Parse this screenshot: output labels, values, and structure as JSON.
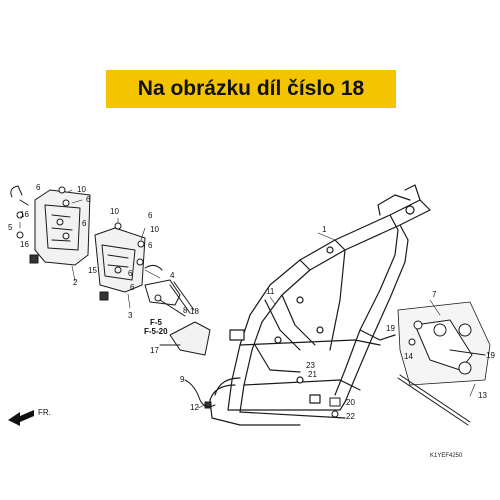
{
  "banner": {
    "text": "Na obrázku díl číslo 18",
    "color": "#f5c400"
  },
  "diagram": {
    "callouts": [
      "1",
      "2",
      "3",
      "4",
      "5",
      "6",
      "7",
      "8",
      "9",
      "10",
      "11",
      "12",
      "13",
      "14",
      "15",
      "16",
      "17",
      "18",
      "19",
      "20",
      "21",
      "22",
      "23"
    ],
    "refs": [
      "F-5",
      "F-5-20"
    ],
    "front_arrow": "FR.",
    "code": "K1YEF4250"
  }
}
